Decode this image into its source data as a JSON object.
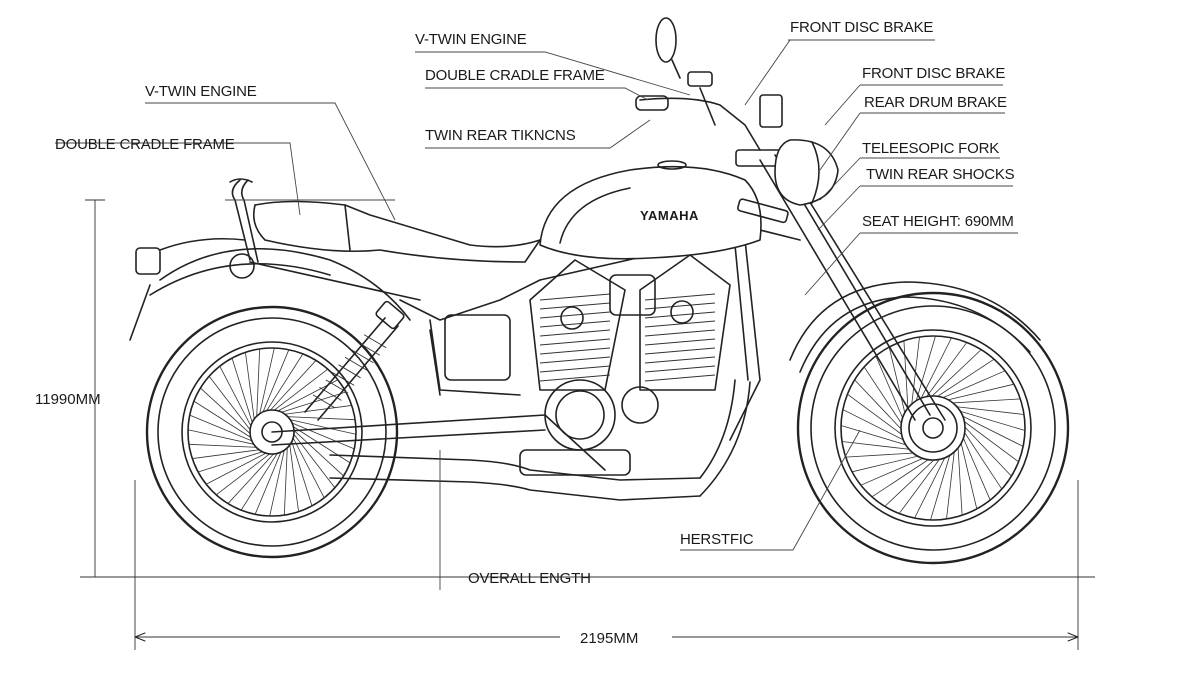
{
  "labels": {
    "top_v_twin_engine": "V-TWIN ENGINE",
    "top_double_cradle_frame": "DOUBLE CRADLE FRAME",
    "twin_rear_garbled": "TWIN REAR TIKNCNS",
    "left_v_twin_engine": "V-TWIN ENGINE",
    "left_double_cradle_frame": "DOUBLE CRADLE FRAME",
    "front_disc_brake_top": "FRONT DISC BRAKE",
    "front_disc_brake": "FRONT DISC BRAKE",
    "rear_drum_brake": "REAR DRUM BRAKE",
    "telescopic_fork": "TELEESOPIC FORK",
    "twin_rear_shocks": "TWIN REAR SHOCKS",
    "seat_height": "SEAT HEIGHT: 690MM",
    "herstfic": "HERSTFIC",
    "overall_length": "OVERALL ENGTH"
  },
  "dimensions": {
    "height": "11990MM",
    "length": "2195MM"
  },
  "brand": "YAMAHA"
}
